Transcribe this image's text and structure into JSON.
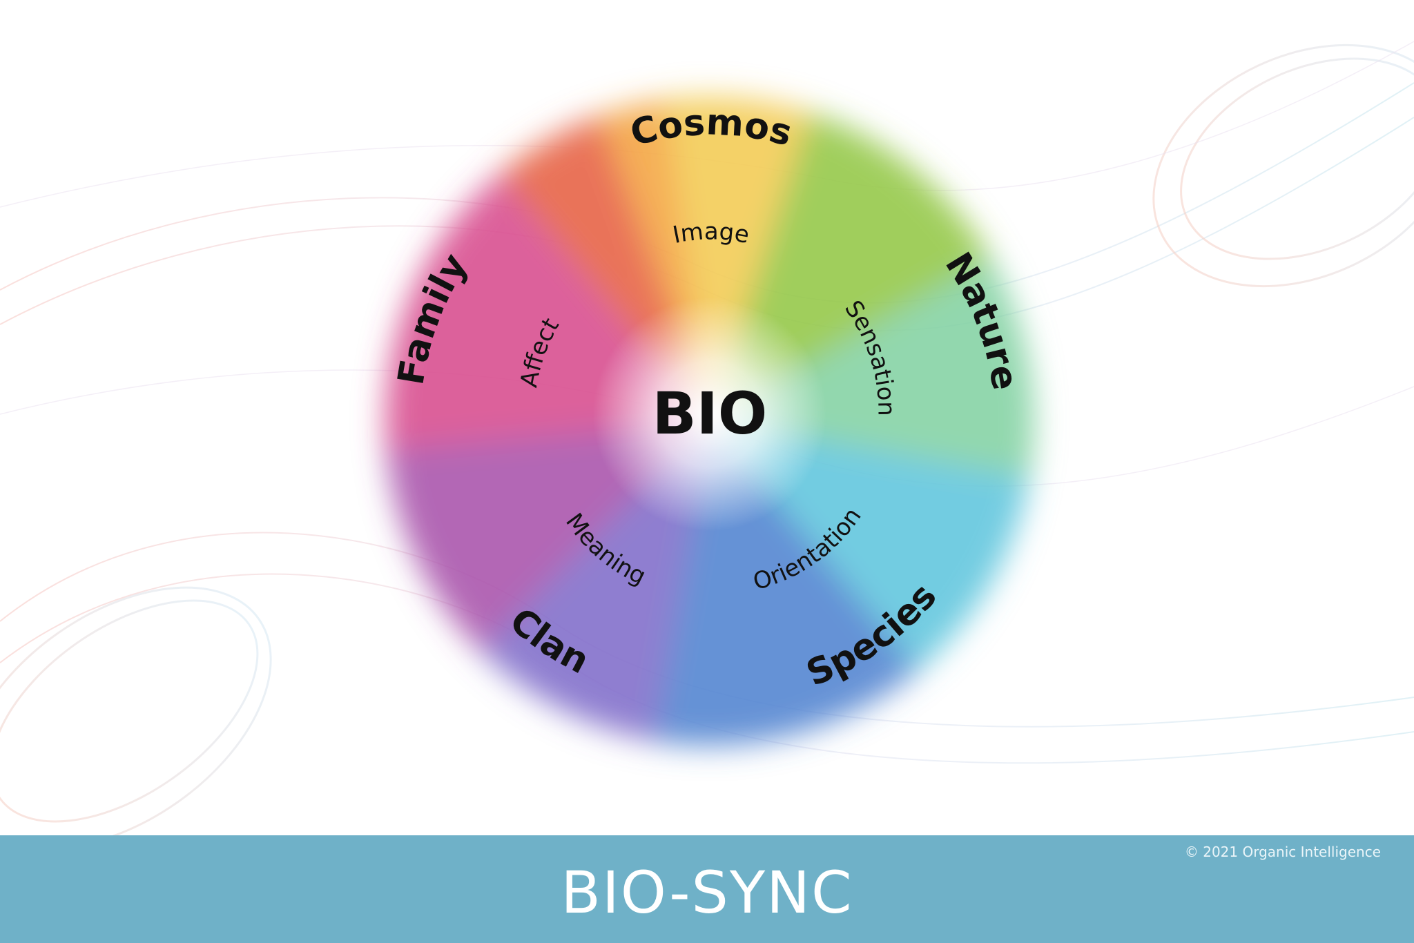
{
  "diagram": {
    "center": {
      "label": "BIO"
    },
    "outer_labels": [
      "Cosmos",
      "Nature",
      "Species",
      "Clan",
      "Family"
    ],
    "inner_labels": [
      "Image",
      "Sensation",
      "Orientation",
      "Meaning",
      "Affect"
    ],
    "colors": {
      "cosmos": "#f3a13a",
      "nature": "#8fc540",
      "species": "#5ac3dc",
      "orientation": "#4a7fcf",
      "clan": "#7b68c8",
      "meaning": "#a64ea8",
      "family": "#d6458a"
    }
  },
  "footer": {
    "title": "BIO-SYNC",
    "copyright": "© 2021 Organic Intelligence",
    "background": "#6fb1c8"
  }
}
